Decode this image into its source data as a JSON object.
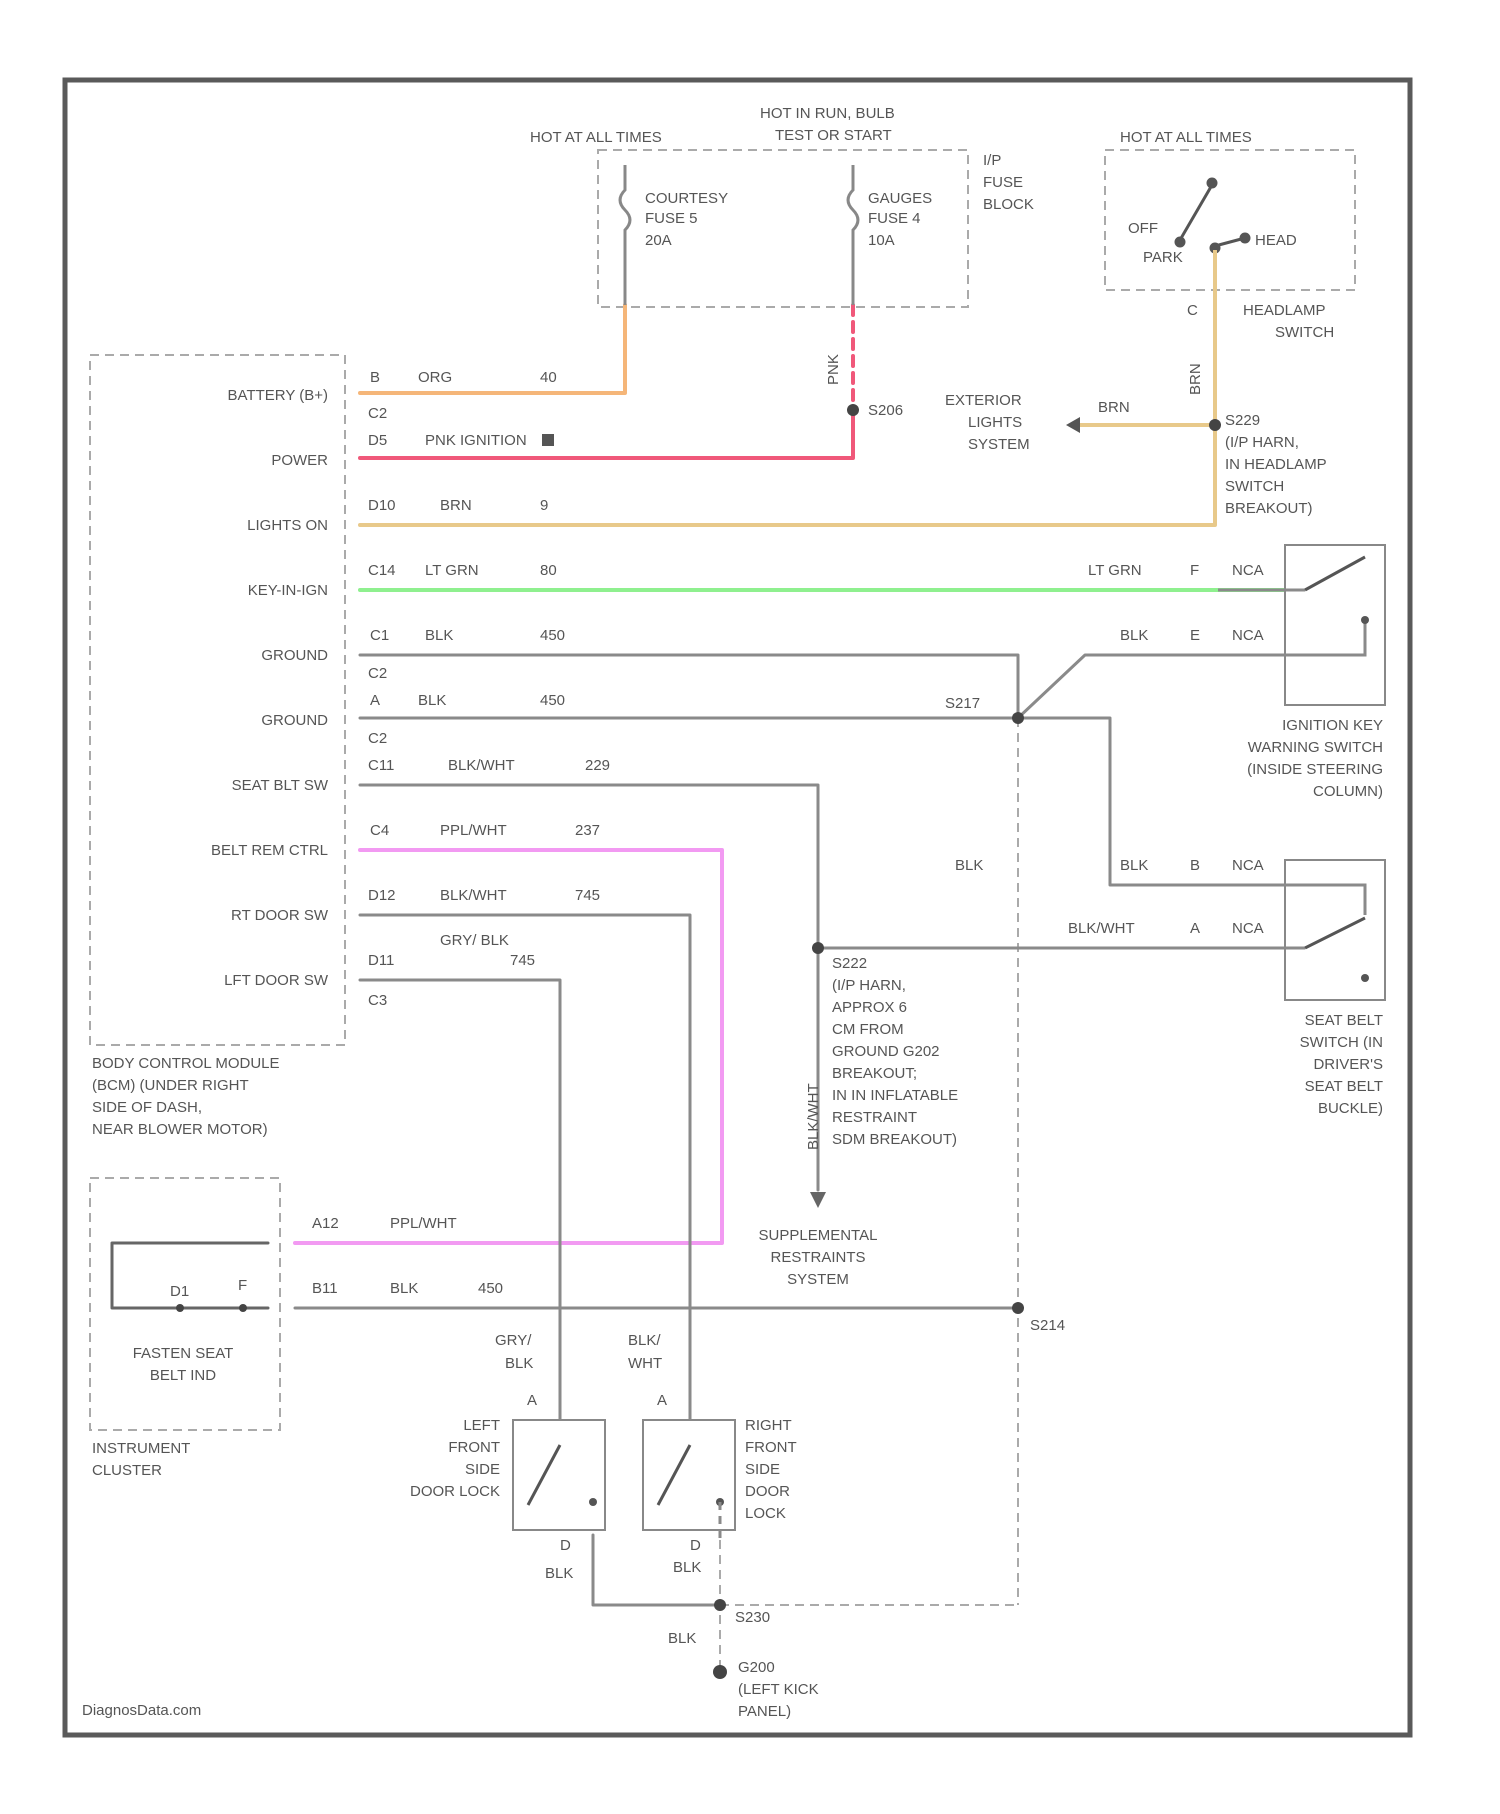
{
  "top": {
    "hot_at_all_times_1": "HOT AT ALL TIMES",
    "hot_in_run_1": "HOT IN RUN, BULB",
    "hot_in_run_2": "TEST OR START",
    "hot_at_all_times_2": "HOT AT ALL TIMES",
    "ip_fuse_block": [
      "I/P",
      "FUSE",
      "BLOCK"
    ],
    "courtesy_fuse": [
      "COURTESY",
      "FUSE 5",
      "20A"
    ],
    "gauges_fuse": [
      "GAUGES",
      "FUSE 4",
      "10A"
    ],
    "headlamp_switch": {
      "off": "OFF",
      "park": "PARK",
      "head": "HEAD",
      "pin": "C",
      "label": [
        "HEADLAMP",
        "SWITCH"
      ]
    }
  },
  "bcm": {
    "pins": [
      {
        "name": "BATTERY (B+)",
        "pin": "B",
        "color": "ORG",
        "circuit": "40",
        "conn": "C2"
      },
      {
        "name": "POWER",
        "pin": "D5",
        "color": "PNK IGNITION",
        "circuit": "",
        "conn": ""
      },
      {
        "name": "LIGHTS ON",
        "pin": "D10",
        "color": "BRN",
        "circuit": "9",
        "conn": ""
      },
      {
        "name": "KEY-IN-IGN",
        "pin": "C14",
        "color": "LT GRN",
        "circuit": "80",
        "conn": ""
      },
      {
        "name": "GROUND",
        "pin": "C1",
        "color": "BLK",
        "circuit": "450",
        "conn": "C2"
      },
      {
        "name": "GROUND",
        "pin": "A",
        "color": "BLK",
        "circuit": "450",
        "conn": "C2"
      },
      {
        "name": "SEAT BLT SW",
        "pin": "C11",
        "color": "BLK/WHT",
        "circuit": "229",
        "conn": ""
      },
      {
        "name": "BELT REM CTRL",
        "pin": "C4",
        "color": "PPL/WHT",
        "circuit": "237",
        "conn": ""
      },
      {
        "name": "RT DOOR SW",
        "pin": "D12",
        "color": "BLK/WHT",
        "circuit": "745",
        "conn": ""
      },
      {
        "name": "LFT DOOR SW",
        "pin": "D11",
        "color": "GRY/ BLK",
        "circuit": "745",
        "conn": "C3"
      }
    ],
    "label": [
      "BODY CONTROL MODULE",
      "(BCM) (UNDER RIGHT",
      "SIDE OF DASH,",
      "NEAR BLOWER MOTOR)"
    ]
  },
  "splices": {
    "s206": "S206",
    "s229": [
      "S229",
      "(I/P HARN,",
      "IN HEADLAMP",
      "SWITCH",
      "BREAKOUT)"
    ],
    "s217": "S217",
    "s222": [
      "S222",
      "(I/P HARN,",
      "APPROX 6",
      "CM FROM",
      "GROUND G202",
      "BREAKOUT;",
      "IN IN INFLATABLE",
      "RESTRAINT",
      "SDM BREAKOUT)"
    ],
    "s214": "S214",
    "s230": "S230"
  },
  "exterior": {
    "label": [
      "EXTERIOR",
      "LIGHTS",
      "SYSTEM"
    ],
    "wire": "BRN",
    "vertical_wire": "BRN"
  },
  "pnk_vertical": "PNK",
  "ignition_switch": {
    "top_wire": "LT GRN",
    "top_pin": "F",
    "top_nca": "NCA",
    "bottom_wire": "BLK",
    "bottom_pin": "E",
    "bottom_nca": "NCA",
    "label": [
      "IGNITION KEY",
      "WARNING SWITCH",
      "(INSIDE STEERING",
      "COLUMN)"
    ]
  },
  "seat_belt_switch": {
    "top_wire": "BLK",
    "top_pin": "B",
    "top_nca": "NCA",
    "bottom_wire": "BLK/WHT",
    "bottom_pin": "A",
    "bottom_nca": "NCA",
    "label": [
      "SEAT BELT",
      "SWITCH (IN",
      "DRIVER'S",
      "SEAT BELT",
      "BUCKLE)"
    ]
  },
  "blk_vertical": "BLK",
  "blk_wht_vertical": "BLK/WHT",
  "srs": [
    "SUPPLEMENTAL",
    "RESTRAINTS",
    "SYSTEM"
  ],
  "cluster": {
    "pin_a12": "A12",
    "pin_b11": "B11",
    "a12_color": "PPL/WHT",
    "b11_color": "BLK",
    "b11_circuit": "450",
    "d1": "D1",
    "f": "F",
    "indicator": [
      "FASTEN SEAT",
      "BELT IND"
    ],
    "label": [
      "INSTRUMENT",
      "CLUSTER"
    ]
  },
  "left_door": {
    "wire": [
      "GRY/",
      "BLK"
    ],
    "pin_a": "A",
    "pin_d": "D",
    "ground_wire": "BLK",
    "label": [
      "LEFT",
      "FRONT",
      "SIDE",
      "DOOR LOCK"
    ]
  },
  "right_door": {
    "wire": [
      "BLK/",
      "WHT"
    ],
    "pin_a": "A",
    "pin_d": "D",
    "ground_wire": "BLK",
    "label": [
      "RIGHT",
      "FRONT",
      "SIDE",
      "DOOR",
      "LOCK"
    ]
  },
  "ground": {
    "wire": "BLK",
    "label": [
      "G200",
      "(LEFT KICK",
      "PANEL)"
    ]
  },
  "watermark": "DiagnosData.com",
  "colors": {
    "border": "#555555",
    "org": "#f5b679",
    "pnk": "#f0587a",
    "brn": "#e8c98a",
    "ltgrn": "#8ff08f",
    "ppl": "#f29af2",
    "gray": "#8a8a8a",
    "dash": "#aaaaaa"
  }
}
